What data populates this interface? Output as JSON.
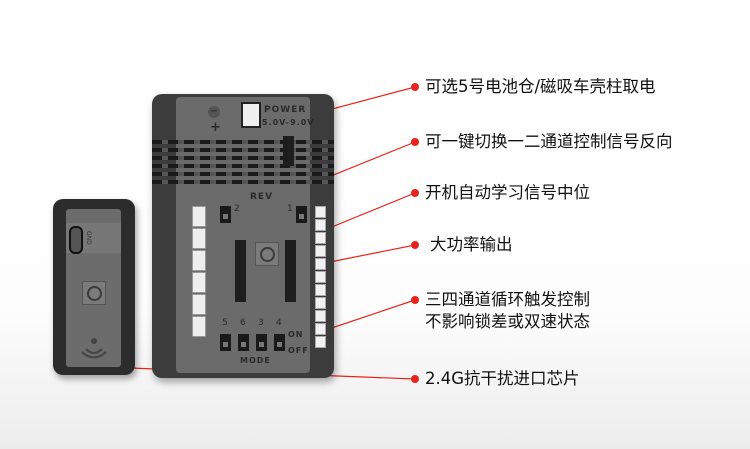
{
  "callouts": [
    {
      "text": "可选5号电池仓/磁吸车壳柱取电"
    },
    {
      "text": "可一键切换一二通道控制信号反向"
    },
    {
      "text": "开机自动学习信号中位"
    },
    {
      "text": "大功率输出"
    },
    {
      "text": "三四通道循环触发控制",
      "text2": "不影响锁差或双速状态"
    },
    {
      "text": "2.4G抗干扰进口芯片"
    }
  ],
  "receiver": {
    "power_label": "POWER",
    "voltage_label": "5.0V-9.0V",
    "rev_label": "REV",
    "rev_ch2": "2",
    "rev_ch1": "1",
    "switch_labels": [
      "5",
      "6",
      "3",
      "4"
    ],
    "on_label": "ON",
    "off_label": "OFF",
    "mode_label": "MODE",
    "minus": "−",
    "plus": "+"
  },
  "transmitter": {
    "port_label": "GND"
  },
  "colors": {
    "callout_red": "#e8231b"
  }
}
